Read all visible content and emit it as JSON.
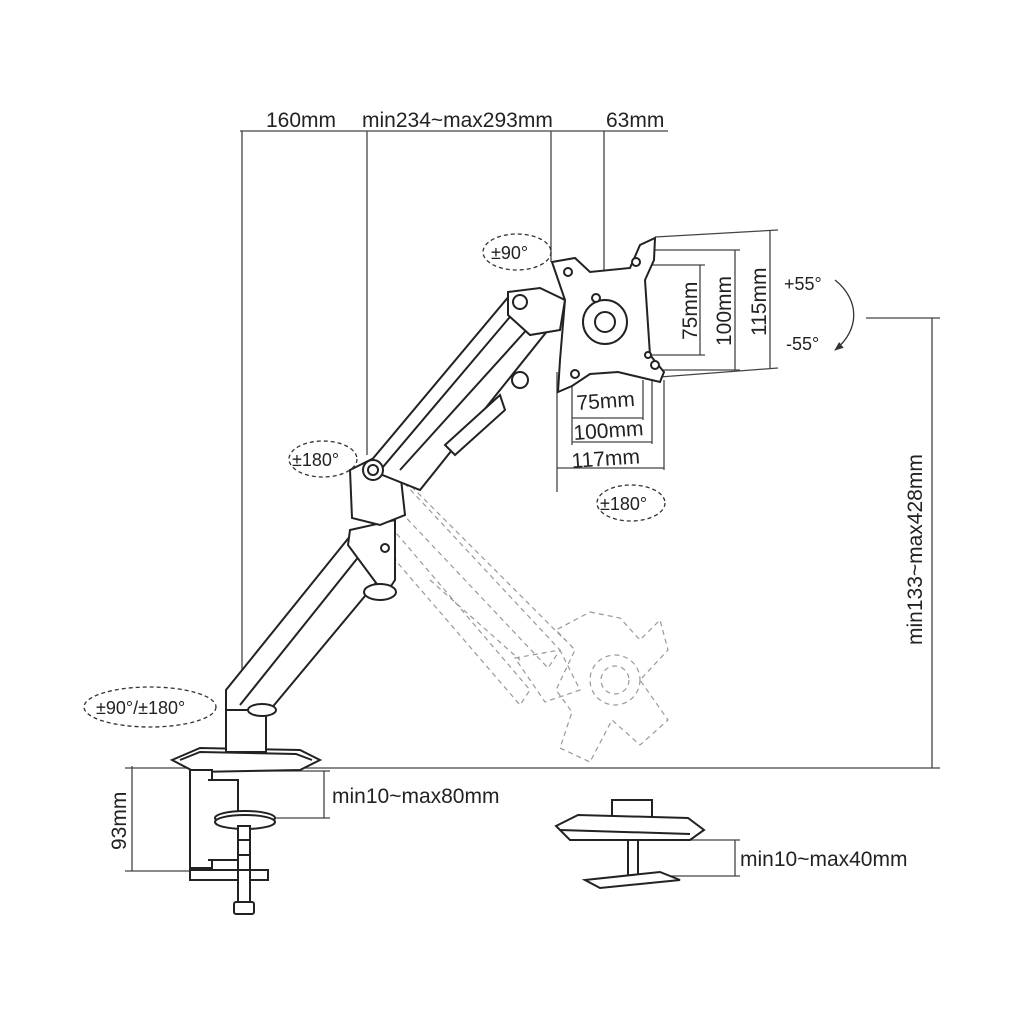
{
  "dimensions": {
    "top_left_width": "160mm",
    "arm_reach": "min234~max293mm",
    "plate_offset": "63mm",
    "height_range": "min133~max428mm",
    "clamp_height": "93mm",
    "desk_clamp_range": "min10~max80mm",
    "grommet_range": "min10~max40mm"
  },
  "vesa": {
    "h75": "75mm",
    "h100": "100mm",
    "h117": "117mm",
    "v75": "75mm",
    "v100": "100mm",
    "v115": "115mm"
  },
  "rotations": {
    "head_swivel": "±90°",
    "elbow": "±180°",
    "base": "±90°/±180°",
    "tilt_up": "+55°",
    "tilt_down": "-55°",
    "plate_rotation": "±180°"
  }
}
